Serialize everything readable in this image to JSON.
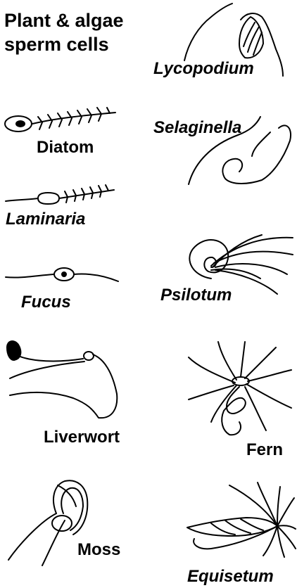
{
  "title_line1": "Plant & algae",
  "title_line2": "sperm cells",
  "labels": {
    "lycopodium": "Lycopodium",
    "selaginella": "Selaginella",
    "diatom": "Diatom",
    "laminaria": "Laminaria",
    "fucus": "Fucus",
    "psilotum": "Psilotum",
    "liverwort": "Liverwort",
    "fern": "Fern",
    "moss": "Moss",
    "equisetum": "Equisetum"
  }
}
